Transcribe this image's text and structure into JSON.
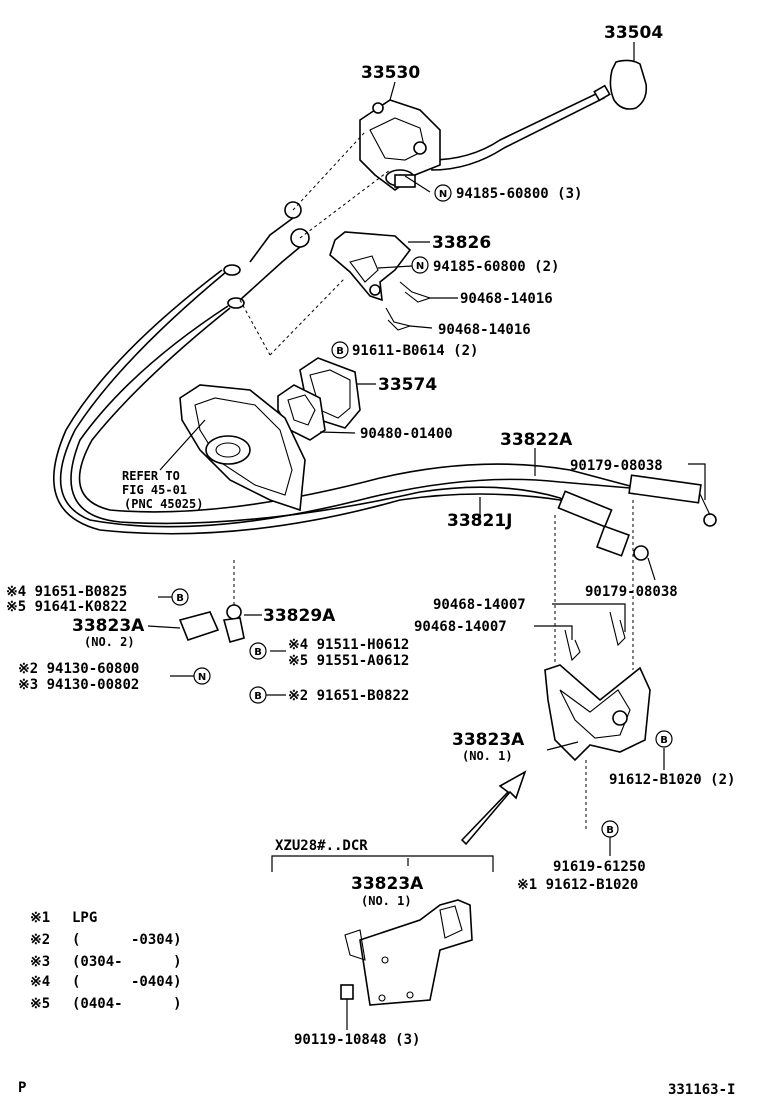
{
  "callouts": {
    "p33504": "33504",
    "p33530": "33530",
    "p33826": "33826",
    "p33574": "33574",
    "p33822A": "33822A",
    "p33821J": "33821J",
    "p33829A": "33829A",
    "p33823A_no2": "33823A",
    "no2": "(NO. 2)",
    "p33823A_no1": "33823A",
    "no1": "(NO. 1)",
    "p33823A_no1b": "33823A",
    "no1b": "(NO. 1)"
  },
  "parts": {
    "n94185_1": "94185-60800 (3)",
    "n94185_2": "94185-60800 (2)",
    "p90468_a": "90468-14016",
    "p90468_b": "90468-14016",
    "b91611": "91611-B0614 (2)",
    "p90480": "90480-01400",
    "p90179_a": "90179-08038",
    "p90179_b": "90179-08038",
    "p90468_c": "90468-14007",
    "p90468_d": "90468-14007",
    "b91612_2": "91612-B1020 (2)",
    "p91619": "91619-61250",
    "p91612": "※1  91612-B1020",
    "p90119": "90119-10848 (3)",
    "x4_91651": "※4  91651-B0825",
    "x5_91641": "※5  91641-K0822",
    "x4_91511": "※4  91511-H0612",
    "x5_91551": "※5  91551-A0612",
    "x2_94130": "※2  94130-60800",
    "x3_94130": "※3  94130-00802",
    "x2_91651": "※2  91651-B0822"
  },
  "refer": {
    "line1": "REFER TO",
    "line2": "FIG 45-01",
    "line3": "(PNC 45025)"
  },
  "group_label": "XZU28#..DCR",
  "legend": [
    {
      "mark": "※1",
      "text": "LPG"
    },
    {
      "mark": "※2",
      "text": "(      -0304)"
    },
    {
      "mark": "※3",
      "text": "(0304-      )"
    },
    {
      "mark": "※4",
      "text": "(      -0404)"
    },
    {
      "mark": "※5",
      "text": "(0404-      )"
    }
  ],
  "symbols": {
    "N": "N",
    "B": "B"
  },
  "footer": {
    "left": "P",
    "right": "331163-I"
  }
}
